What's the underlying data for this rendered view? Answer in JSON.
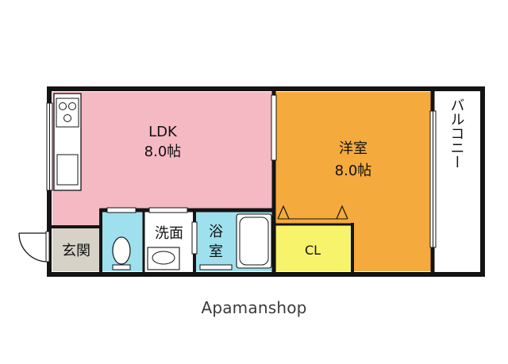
{
  "rooms": {
    "ldk": {
      "name": "LDK",
      "size": "8.0帖",
      "color": "#f4b9c2"
    },
    "western": {
      "name": "洋室",
      "size": "8.0帖",
      "color": "#f4aa3c"
    },
    "balcony": {
      "name": "バルコニー",
      "color": "#ffffff"
    },
    "entrance": {
      "name": "玄関",
      "color": "#d7d2c8"
    },
    "washroom": {
      "name": "洗面",
      "color": "#ffffff"
    },
    "bath": {
      "name_line1": "浴",
      "name_line2": "室",
      "color": "#9fe0ee"
    },
    "toilet": {
      "color": "#9fe0ee"
    },
    "closet": {
      "name": "CL",
      "color": "#f7f36a"
    }
  },
  "colors": {
    "wall": "#141414"
  },
  "watermark": "Apamanshop"
}
